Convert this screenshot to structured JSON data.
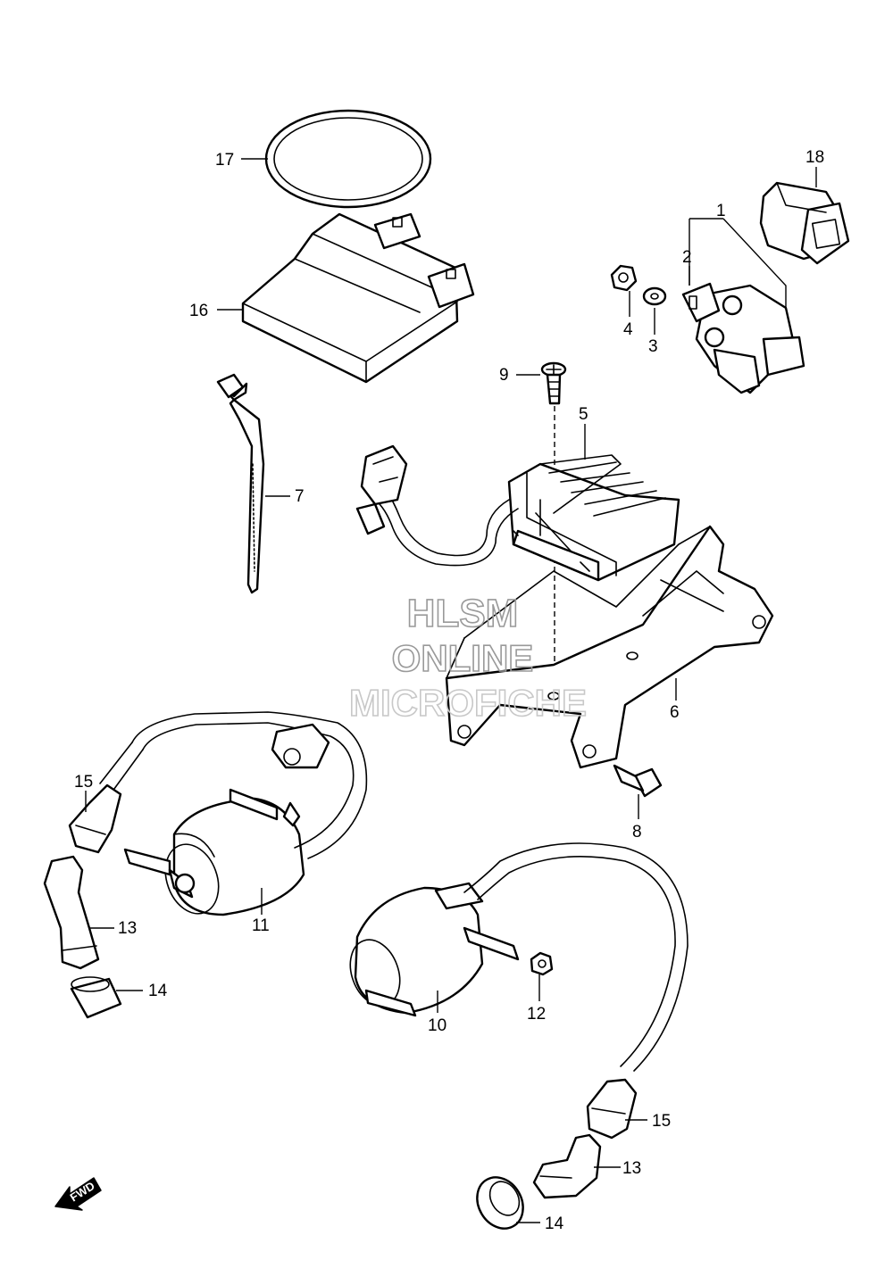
{
  "watermark": {
    "line1": "HLSM",
    "line2": "ONLINE",
    "line3": "MICROFICHE"
  },
  "direction_marker": "FWD",
  "callouts": [
    "1",
    "2",
    "3",
    "4",
    "5",
    "6",
    "7",
    "8",
    "9",
    "10",
    "11",
    "12",
    "13",
    "14",
    "15",
    "16",
    "17",
    "18",
    "13",
    "14",
    "15"
  ]
}
